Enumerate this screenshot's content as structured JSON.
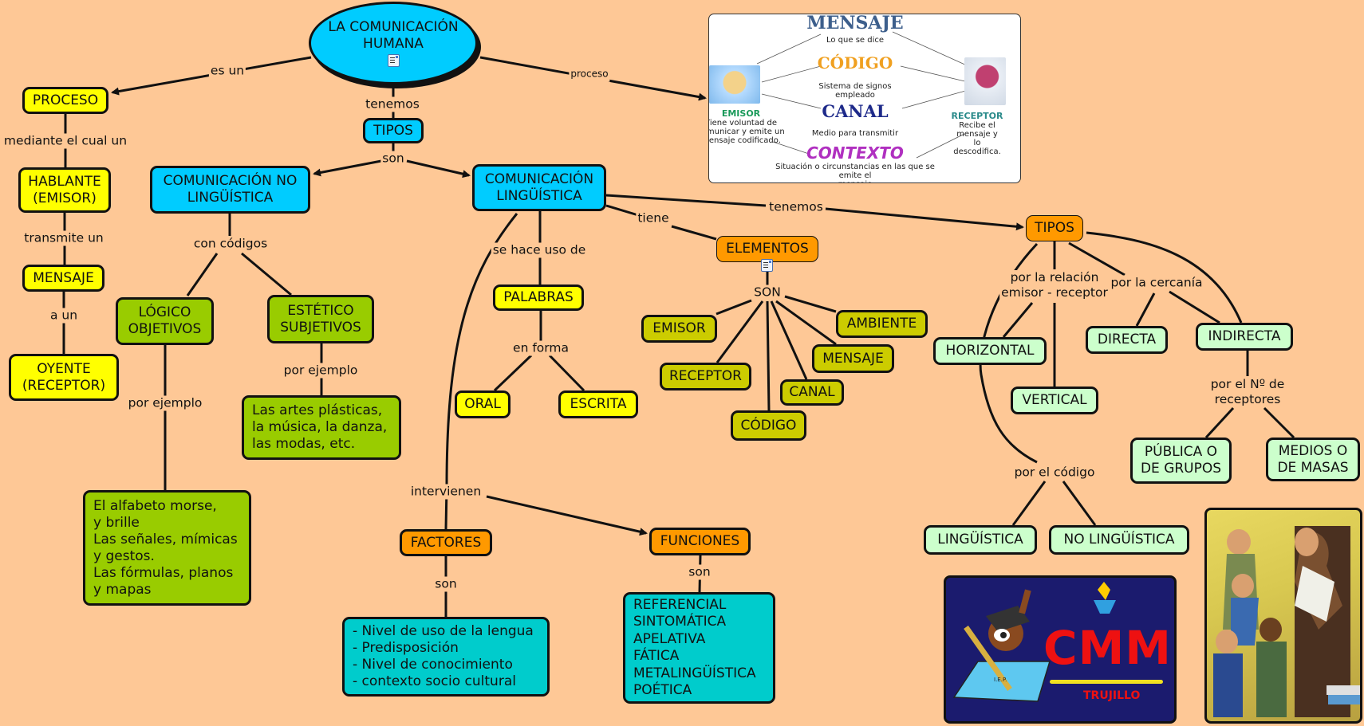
{
  "title": "LA COMUNICACIÓN\nHUMANA",
  "colors": {
    "background": "#fec896",
    "yellow": "#ffff00",
    "blue": "#00ccff",
    "green": "#99cc00",
    "orange": "#ff9900",
    "olive": "#cccc00",
    "mint": "#ccffcc",
    "teal": "#00cccc"
  },
  "links": {
    "es_un": "es un",
    "proceso": "proceso",
    "tenemos_1": "tenemos",
    "son_1": "son",
    "mediante": "mediante el cual un",
    "transmite": "transmite un",
    "a_un": "a un",
    "con_codigos": "con códigos",
    "por_ejemplo_1": "por ejemplo",
    "por_ejemplo_2": "por ejemplo",
    "se_hace_uso": "se hace uso de",
    "en_forma": "en forma",
    "tiene": "tiene",
    "tenemos_2": "tenemos",
    "son_elementos": "SON",
    "intervienen": "intervienen",
    "son_factores": "son",
    "son_funciones": "son",
    "por_relacion": "por la relación\nemisor - receptor",
    "por_cercania": "por la cercanía",
    "por_numero": "por el Nº de\nreceptores",
    "por_codigo": "por el código"
  },
  "nodes": {
    "proceso": "PROCESO",
    "hablante": "HABLANTE\n(EMISOR)",
    "mensaje_left": "MENSAJE",
    "oyente": "OYENTE\n(RECEPTOR)",
    "tipos_blue": "TIPOS",
    "com_no_ling": "COMUNICACIÓN NO\nLINGÜÍSTICA",
    "com_ling": "COMUNICACIÓN\nLINGÜÍSTICA",
    "logico": "LÓGICO\nOBJETIVOS",
    "estetico": "ESTÉTICO\nSUBJETIVOS",
    "artes": "Las artes plásticas,\nla música, la danza,\nlas modas, etc.",
    "alfabeto": "El alfabeto morse,\ny brille\nLas señales, mímicas\ny gestos.\nLas fórmulas, planos\ny mapas",
    "palabras": "PALABRAS",
    "oral": "ORAL",
    "escrita": "ESCRITA",
    "elementos": "ELEMENTOS",
    "emisor": "EMISOR",
    "receptor": "RECEPTOR",
    "codigo": "CÓDIGO",
    "canal": "CANAL",
    "mensaje": "MENSAJE",
    "ambiente": "AMBIENTE",
    "factores": "FACTORES",
    "funciones": "FUNCIONES",
    "factores_list": "- Nivel de uso de la lengua\n- Predisposición\n- Nivel de conocimiento\n- contexto socio cultural",
    "funciones_list": "REFERENCIAL\nSINTOMÁTICA\nAPELATIVA\nFÁTICA\nMETALINGÜÍSTICA\nPOÉTICA",
    "tipos_orange": "TIPOS",
    "horizontal": "HORIZONTAL",
    "vertical": "VERTICAL",
    "directa": "DIRECTA",
    "indirecta": "INDIRECTA",
    "publica": "PÚBLICA O\nDE GRUPOS",
    "medios": "MEDIOS O\nDE MASAS",
    "linguistica": "LINGÜÍSTICA",
    "no_linguistica": "NO LINGÜÍSTICA"
  },
  "process_image": {
    "mensaje_title": "MENSAJE",
    "mensaje_desc": "Lo que se dice",
    "codigo_title": "CÓDIGO",
    "codigo_desc": "Sistema de signos\nempleado",
    "canal_title": "CANAL",
    "canal_desc": "Medio para transmitir",
    "contexto_title": "CONTEXTO",
    "contexto_desc": "Situación o circunstancias en las que se emite el\nmensaje",
    "emisor_title": "EMISOR",
    "emisor_desc": "Tiene voluntad de\ncomunicar y emite un\nmensaje codificado.",
    "receptor_title": "RECEPTOR",
    "receptor_desc": "Recibe el mensaje y lo\ndescodifica."
  },
  "logo": {
    "name": "CMM",
    "city": "TRUJILLO",
    "iep": "I.E.P."
  }
}
